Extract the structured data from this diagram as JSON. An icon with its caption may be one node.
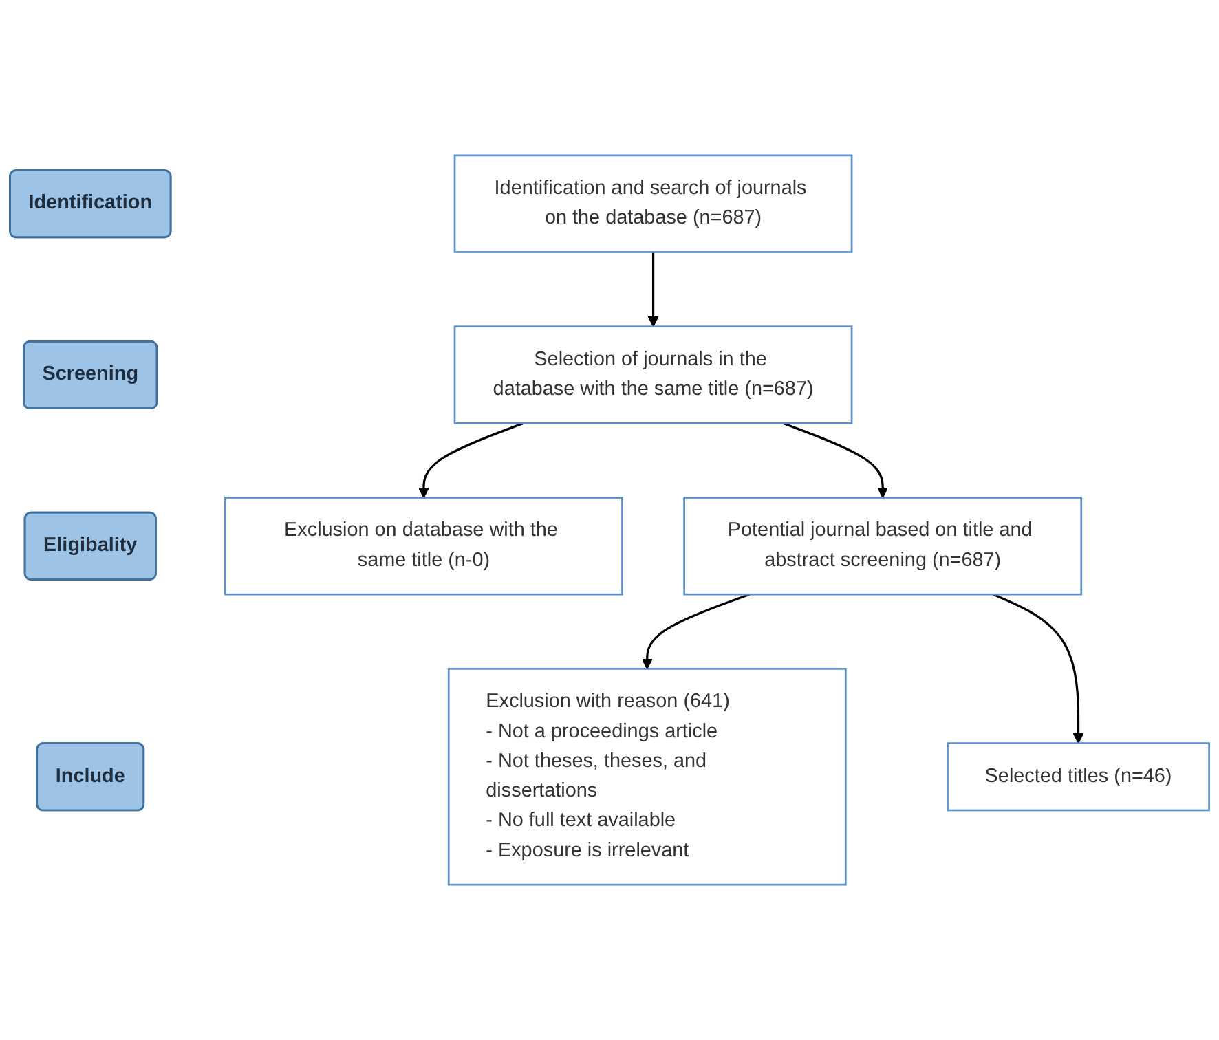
{
  "diagram": {
    "nodes": [
      {
        "text": [
          "Identification"
        ]
      },
      {
        "text": [
          "Identification and search of journals on the database (n=687)"
        ]
      },
      {
        "text": [
          "Screening"
        ]
      },
      {
        "text": [
          "Selection of journals in the database with the same title (n=687)"
        ]
      },
      {
        "text": [
          "Exclusion on database with the same title (n-0)"
        ]
      },
      {
        "text": [
          "Eligibality"
        ]
      },
      {
        "text": [
          "Potential journal based on title and abstract screening (n=687)"
        ]
      },
      {
        "text": [
          "Exclusion with reason (641)",
          "- Not a proceedings article",
          "- Not theses, theses, and dissertations",
          "- No full text available",
          "- Exposure is irrelevant"
        ]
      },
      {
        "text": [
          "Include"
        ]
      },
      {
        "text": [
          "Selected titles (n=46)"
        ]
      }
    ],
    "edges": [
      {
        "from": 1,
        "to": 3,
        "arrow": "to"
      },
      {
        "from": 3,
        "to": 4,
        "arrow": "to"
      },
      {
        "from": 3,
        "to": 6,
        "arrow": "to"
      },
      {
        "from": 6,
        "to": 7,
        "arrow": "to"
      },
      {
        "from": 6,
        "to": 9,
        "arrow": "to"
      }
    ]
  }
}
